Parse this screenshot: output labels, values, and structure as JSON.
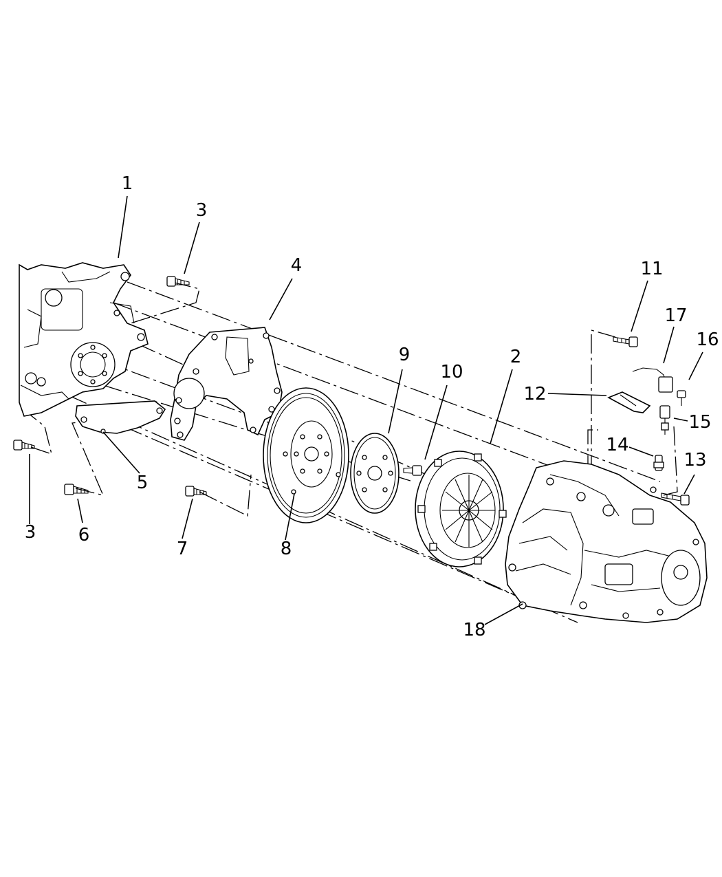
{
  "callouts": [
    {
      "id": "1",
      "label": "1"
    },
    {
      "id": "2",
      "label": "2"
    },
    {
      "id": "3a",
      "label": "3"
    },
    {
      "id": "3b",
      "label": "3"
    },
    {
      "id": "4",
      "label": "4"
    },
    {
      "id": "5",
      "label": "5"
    },
    {
      "id": "6",
      "label": "6"
    },
    {
      "id": "7",
      "label": "7"
    },
    {
      "id": "8",
      "label": "8"
    },
    {
      "id": "9",
      "label": "9"
    },
    {
      "id": "10",
      "label": "10"
    },
    {
      "id": "11",
      "label": "11"
    },
    {
      "id": "12",
      "label": "12"
    },
    {
      "id": "13",
      "label": "13"
    },
    {
      "id": "14",
      "label": "14"
    },
    {
      "id": "15",
      "label": "15"
    },
    {
      "id": "16",
      "label": "16"
    },
    {
      "id": "17",
      "label": "17"
    },
    {
      "id": "18",
      "label": "18"
    }
  ]
}
